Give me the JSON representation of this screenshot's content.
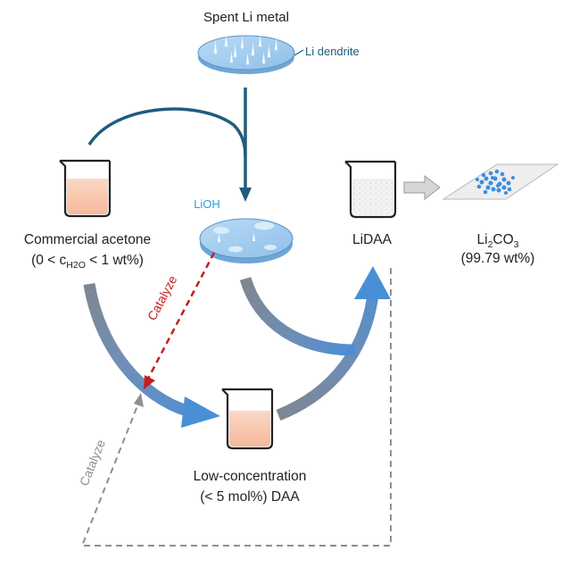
{
  "labels": {
    "spent_li_metal": "Spent Li metal",
    "li_dendrite": "Li dendrite",
    "lioh": "LiOH",
    "commercial_acetone": "Commercial acetone",
    "acetone_cond_prefix": "(0 < c",
    "acetone_cond_sub": "H2O",
    "acetone_cond_suffix": " < 1 wt%)",
    "lidaa": "LiDAA",
    "li2co3_a": "Li",
    "li2co3_b": "2",
    "li2co3_c": "CO",
    "li2co3_d": "3",
    "li2co3_purity": "(99.79 wt%)",
    "catalyze_red": "Catalyze",
    "catalyze_gray": "Catalyze",
    "low_conc_line1": "Low-concentration",
    "low_conc_line2": "(< 5 mol%) DAA"
  },
  "colors": {
    "dark_blue_arrow": "#1f5c7e",
    "blue_accent": "#4a8fd6",
    "gray_arrow": "#7f8791",
    "red_dashed": "#c41e1e",
    "gray_dashed": "#8f8f8f",
    "lioh_text": "#2a9fd8",
    "dendrite_text": "#1f5c7e",
    "disk_fill": "#9ec9ee",
    "beaker_liquid": "#f7c4aa"
  }
}
